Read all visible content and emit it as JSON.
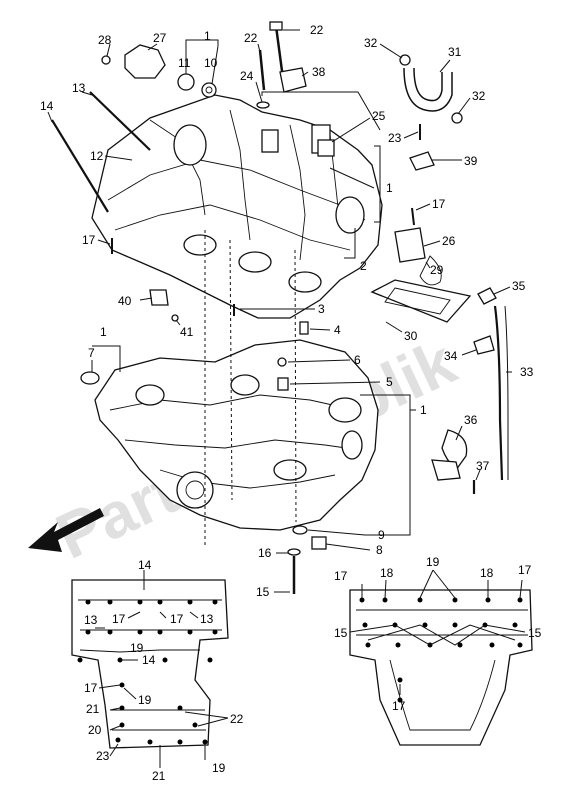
{
  "diagram": {
    "watermark": "PartsRepublik",
    "callouts": [
      {
        "id": "c1a",
        "text": "1"
      },
      {
        "id": "c28",
        "text": "28"
      },
      {
        "id": "c27",
        "text": "27"
      },
      {
        "id": "c11",
        "text": "11"
      },
      {
        "id": "c10",
        "text": "10"
      },
      {
        "id": "c22a",
        "text": "22"
      },
      {
        "id": "c22b",
        "text": "22"
      },
      {
        "id": "c24",
        "text": "24"
      },
      {
        "id": "c38",
        "text": "38"
      },
      {
        "id": "c32a",
        "text": "32"
      },
      {
        "id": "c31",
        "text": "31"
      },
      {
        "id": "c32b",
        "text": "32"
      },
      {
        "id": "c14a",
        "text": "14"
      },
      {
        "id": "c13a",
        "text": "13"
      },
      {
        "id": "c25",
        "text": "25"
      },
      {
        "id": "c23a",
        "text": "23"
      },
      {
        "id": "c39",
        "text": "39"
      },
      {
        "id": "c12",
        "text": "12"
      },
      {
        "id": "c1b",
        "text": "1"
      },
      {
        "id": "c17a",
        "text": "17"
      },
      {
        "id": "c17b",
        "text": "17"
      },
      {
        "id": "c26",
        "text": "26"
      },
      {
        "id": "c29",
        "text": "29"
      },
      {
        "id": "c2",
        "text": "2"
      },
      {
        "id": "c35",
        "text": "35"
      },
      {
        "id": "c40",
        "text": "40"
      },
      {
        "id": "c3",
        "text": "3"
      },
      {
        "id": "c30",
        "text": "30"
      },
      {
        "id": "c41",
        "text": "41"
      },
      {
        "id": "c4",
        "text": "4"
      },
      {
        "id": "c34",
        "text": "34"
      },
      {
        "id": "c1c",
        "text": "1"
      },
      {
        "id": "c7",
        "text": "7"
      },
      {
        "id": "c6",
        "text": "6"
      },
      {
        "id": "c33",
        "text": "33"
      },
      {
        "id": "c5",
        "text": "5"
      },
      {
        "id": "c1d",
        "text": "1"
      },
      {
        "id": "c36",
        "text": "36"
      },
      {
        "id": "c37",
        "text": "37"
      },
      {
        "id": "c9",
        "text": "9"
      },
      {
        "id": "c8",
        "text": "8"
      },
      {
        "id": "c16",
        "text": "16"
      },
      {
        "id": "c15a",
        "text": "15"
      },
      {
        "id": "c14b",
        "text": "14"
      },
      {
        "id": "c13b",
        "text": "13"
      },
      {
        "id": "c17c",
        "text": "17"
      },
      {
        "id": "c17d",
        "text": "17"
      },
      {
        "id": "c13c",
        "text": "13"
      },
      {
        "id": "c19a",
        "text": "19"
      },
      {
        "id": "c14c",
        "text": "14"
      },
      {
        "id": "c17e",
        "text": "17"
      },
      {
        "id": "c19b",
        "text": "19"
      },
      {
        "id": "c21a",
        "text": "21"
      },
      {
        "id": "c22c",
        "text": "22"
      },
      {
        "id": "c20",
        "text": "20"
      },
      {
        "id": "c23b",
        "text": "23"
      },
      {
        "id": "c21b",
        "text": "21"
      },
      {
        "id": "c19c",
        "text": "19"
      },
      {
        "id": "c17f",
        "text": "17"
      },
      {
        "id": "c18a",
        "text": "18"
      },
      {
        "id": "c19d",
        "text": "19"
      },
      {
        "id": "c18b",
        "text": "18"
      },
      {
        "id": "c17g",
        "text": "17"
      },
      {
        "id": "c15b",
        "text": "15"
      },
      {
        "id": "c15c",
        "text": "15"
      },
      {
        "id": "c17h",
        "text": "17"
      }
    ]
  }
}
